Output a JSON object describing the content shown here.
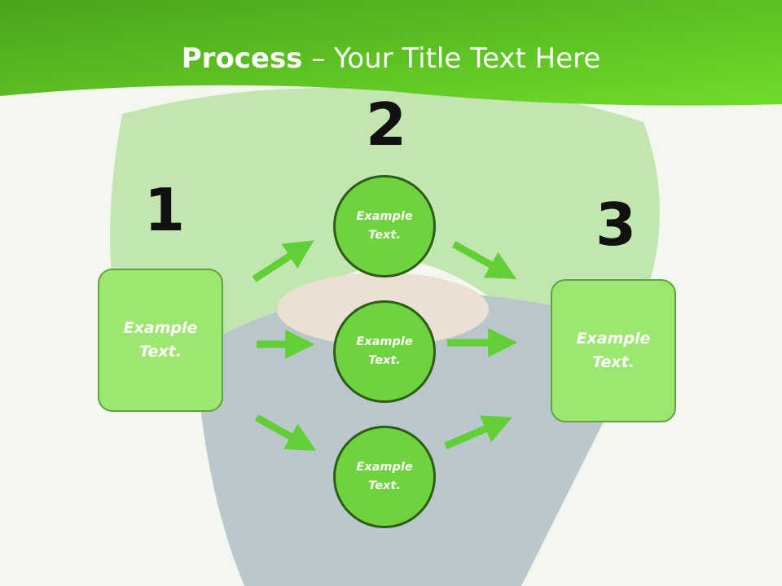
{
  "title": {
    "bold": "Process",
    "rest": " – Your Title Text Here"
  },
  "steps": [
    "1",
    "2",
    "3"
  ],
  "left_box": {
    "label": "Example\nText."
  },
  "right_box": {
    "label": "Example\nText."
  },
  "circles": [
    {
      "label": "Example\nText."
    },
    {
      "label": "Example\nText."
    },
    {
      "label": "Example\nText."
    }
  ],
  "colors": {
    "header": "#5cc72a",
    "box": "#9de672",
    "circle": "#6fd33f",
    "arrow": "#62cf36"
  }
}
